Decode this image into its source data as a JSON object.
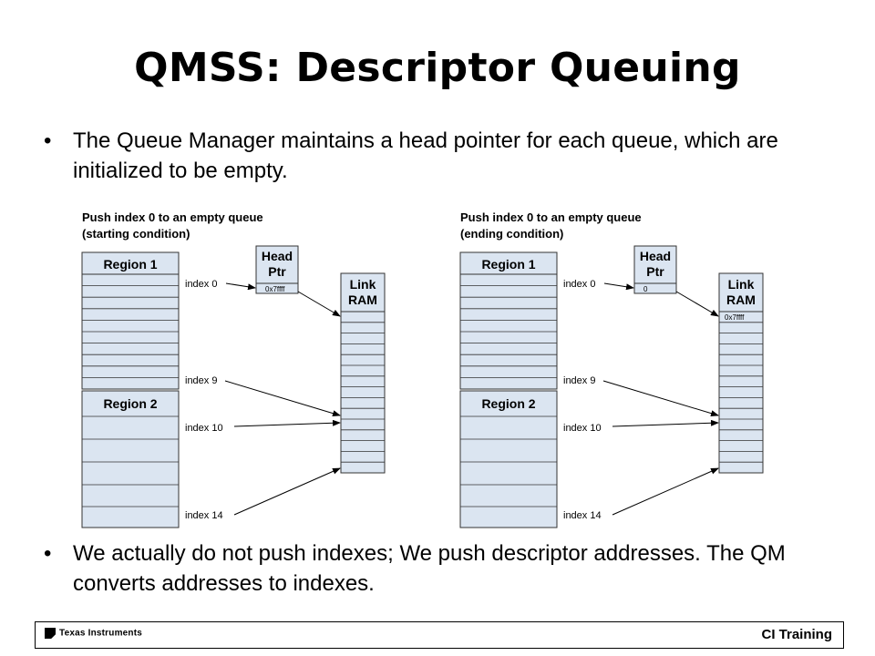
{
  "slide": {
    "title": "QMSS: Descriptor Queuing"
  },
  "bullets": [
    {
      "symbol": "•",
      "text": "The Queue Manager maintains a head pointer for each queue, which are initialized to be empty."
    },
    {
      "symbol": "•",
      "text": "We actually do not push indexes; We push descriptor addresses. The QM converts addresses to indexes."
    }
  ],
  "diagrams": [
    {
      "caption_line1": "Push index 0 to an empty queue",
      "caption_line2": "(starting condition)",
      "region1": "Region 1",
      "region2": "Region 2",
      "head_label1": "Head",
      "head_label2": "Ptr",
      "head_value": "0x7ffff",
      "link_label1": "Link",
      "link_label2": "RAM",
      "link_first_value": "",
      "index_labels": [
        "index 0",
        "index 9",
        "index 10",
        "index 14"
      ]
    },
    {
      "caption_line1": "Push index 0 to an empty queue",
      "caption_line2": "(ending condition)",
      "region1": "Region 1",
      "region2": "Region 2",
      "head_label1": "Head",
      "head_label2": "Ptr",
      "head_value": "0",
      "link_label1": "Link",
      "link_label2": "RAM",
      "link_first_value": "0x7ffff",
      "index_labels": [
        "index 0",
        "index 9",
        "index 10",
        "index 14"
      ]
    }
  ],
  "footer": {
    "company": "Texas Instruments",
    "right_label": "CI Training"
  },
  "icons": {
    "ti_logo": "texas-instruments-logo",
    "arrow": "arrow-head"
  }
}
